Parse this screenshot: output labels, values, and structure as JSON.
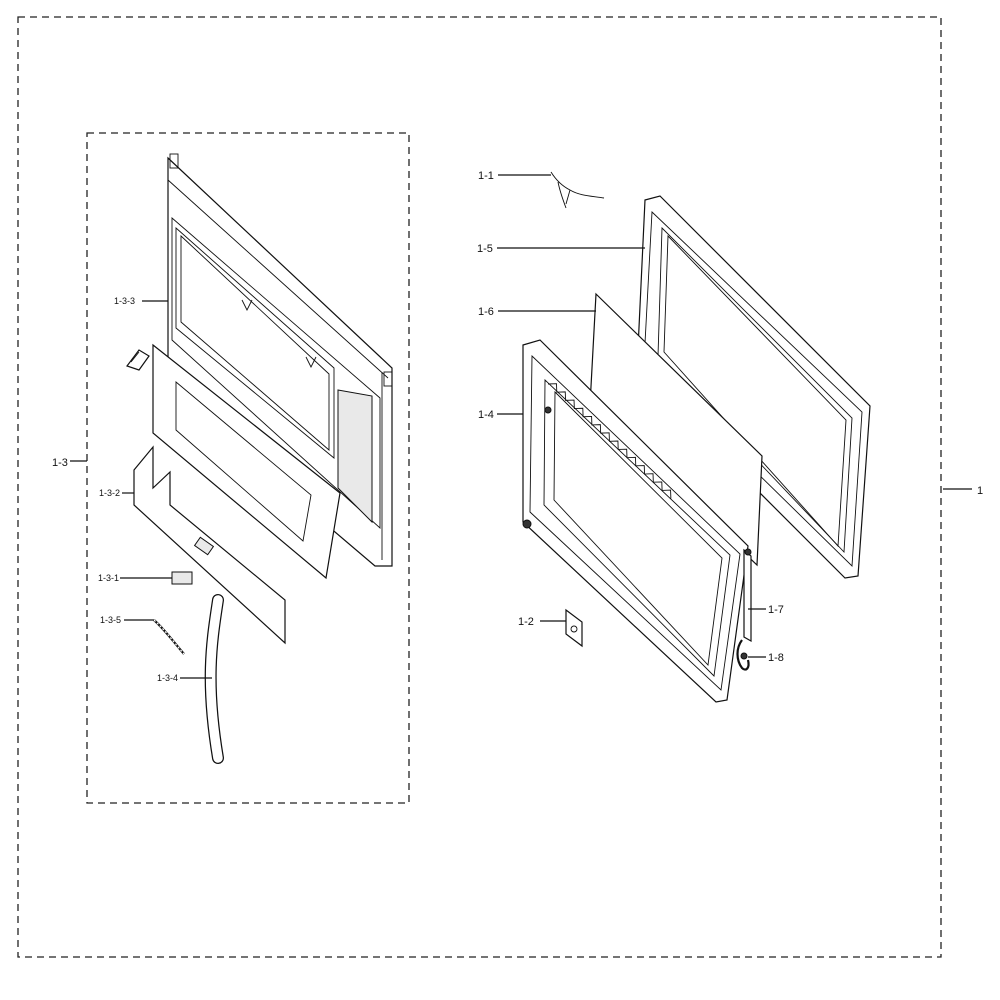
{
  "labels": {
    "assembly": "1",
    "harness": "1-1",
    "bracket": "1-2",
    "choke_cover": "1-3",
    "door_frame": "1-3-3",
    "window_panel": "1-3-2",
    "label_plate": "1-3-1",
    "spring_strip": "1-3-5",
    "handle_tube": "1-3-4",
    "door_screen": "1-4",
    "door_back_frame": "1-5",
    "glass_film": "1-6",
    "latch_lever": "1-7",
    "hook": "1-8"
  }
}
